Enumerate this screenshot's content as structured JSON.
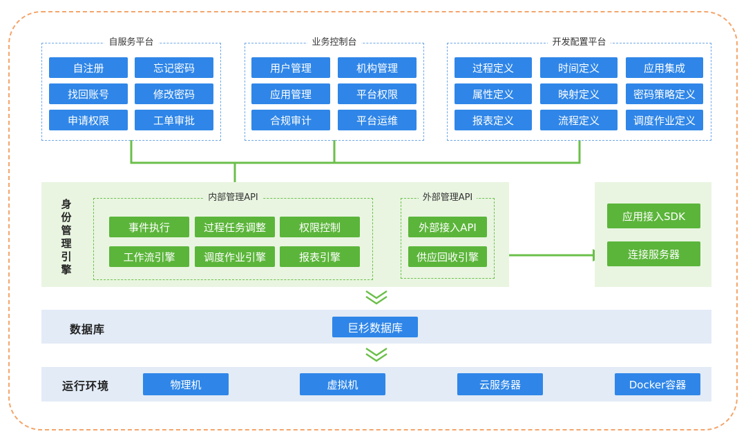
{
  "self_service": {
    "title": "自服务平台",
    "buttons": [
      "自注册",
      "忘记密码",
      "找回账号",
      "修改密码",
      "申请权限",
      "工单审批"
    ]
  },
  "business_console": {
    "title": "业务控制台",
    "buttons": [
      "用户管理",
      "机构管理",
      "应用管理",
      "平台权限",
      "合规审计",
      "平台运维"
    ]
  },
  "dev_config": {
    "title": "开发配置平台",
    "buttons": [
      "过程定义",
      "时间定义",
      "应用集成",
      "属性定义",
      "映射定义",
      "密码策略定义",
      "报表定义",
      "流程定义",
      "调度作业定义"
    ]
  },
  "identity_engine": {
    "title": "身份管理引擎",
    "internal_api": {
      "title": "内部管理API",
      "buttons": [
        "事件执行",
        "过程任务调整",
        "权限控制",
        "工作流引擎",
        "调度作业引擎",
        "报表引擎"
      ]
    },
    "external_api": {
      "title": "外部管理API",
      "buttons": [
        "外部接入API",
        "供应回收引擎"
      ]
    },
    "right_panel": {
      "buttons": [
        "应用接入SDK",
        "连接服务器"
      ]
    }
  },
  "database": {
    "label": "数据库",
    "item": "巨杉数据库"
  },
  "runtime": {
    "label": "运行环境",
    "items": [
      "物理机",
      "虚拟机",
      "云服务器",
      "Docker容器"
    ]
  },
  "colors": {
    "blue": "#2f86e8",
    "green": "#5bb53a",
    "light_green": "#e9f5e1",
    "light_blue": "#e2ebf6",
    "orange_border": "#f4a46a"
  }
}
